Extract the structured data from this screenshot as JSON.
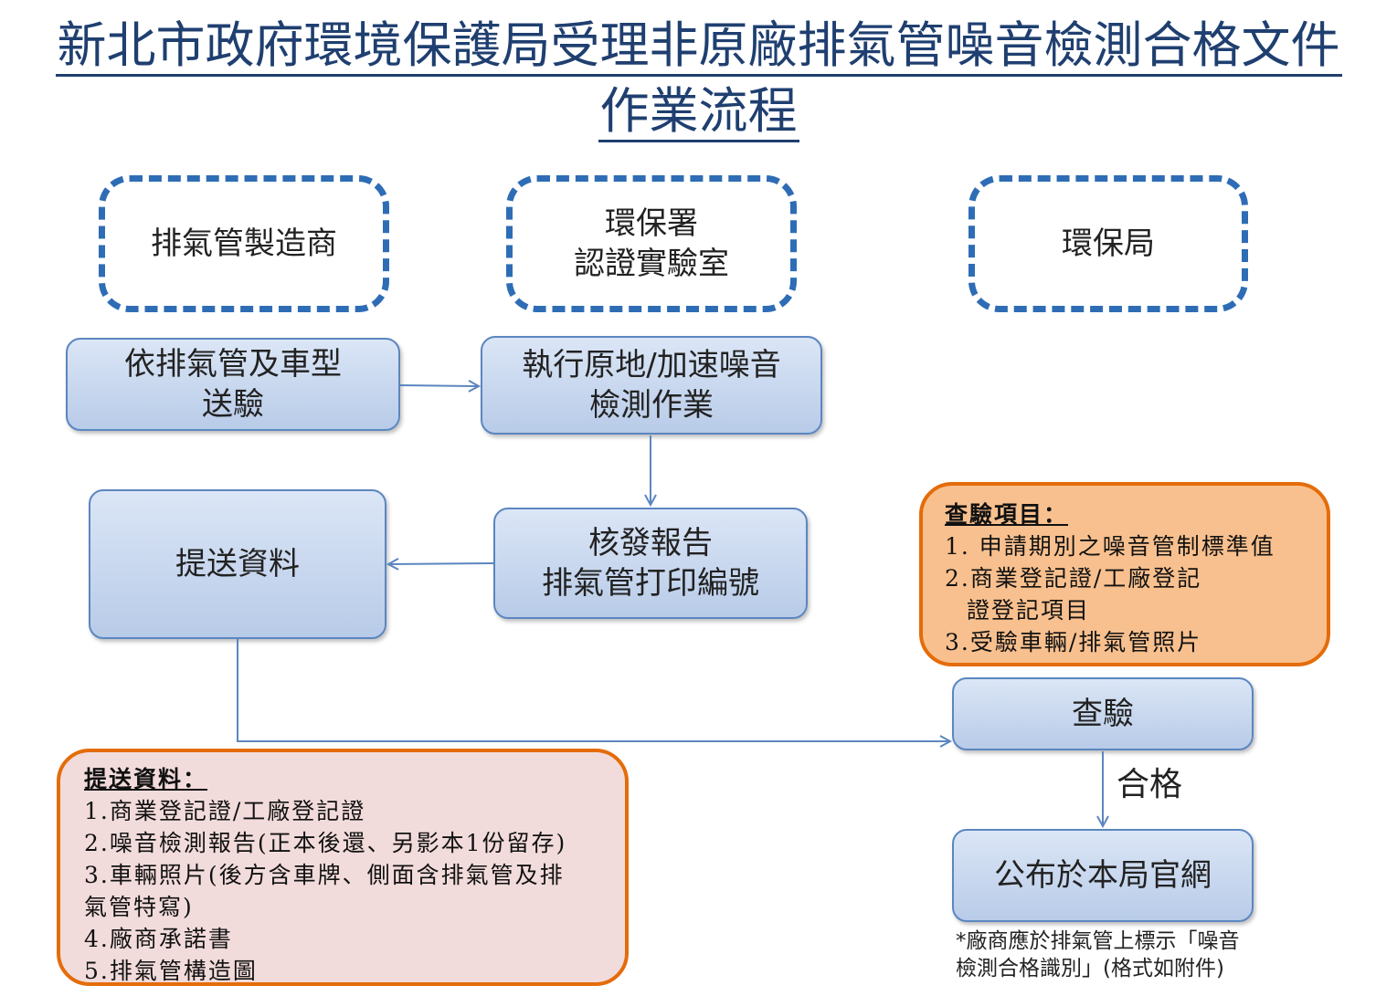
{
  "title": {
    "line1": "新北市政府環境保護局受理非原廠排氣管噪音檢測合格文件",
    "line2": "作業流程"
  },
  "lanes": {
    "manufacturer": "排氣管製造商",
    "lab_line1": "環保署",
    "lab_line2": "認證實驗室",
    "bureau": "環保局"
  },
  "steps": {
    "send_line1": "依排氣管及車型",
    "send_line2": "送驗",
    "test_line1": "執行原地/加速噪音",
    "test_line2": "檢測作業",
    "report_line1": "核發報告",
    "report_line2": "排氣管打印編號",
    "submit": "提送資料",
    "inspect": "查驗",
    "publish": "公布於本局官網"
  },
  "pass_label": "合格",
  "check_items": {
    "heading": "查驗項目：",
    "items": [
      "1. 申請期別之噪音管制標準值",
      "2.商業登記證/工廠登記",
      "證登記項目",
      "3.受驗車輛/排氣管照片"
    ]
  },
  "submit_items": {
    "heading": "提送資料：",
    "items": [
      "1.商業登記證/工廠登記證",
      "2.噪音檢測報告(正本後還、另影本1份留存)",
      "3.車輛照片(後方含車牌、側面含排氣管及排",
      "氣管特寫)",
      "4.廠商承諾書",
      "5.排氣管構造圖"
    ]
  },
  "footnote": {
    "line1": "*廠商應於排氣管上標示「噪音",
    "line2": "檢測合格識別」(格式如附件)"
  },
  "colors": {
    "title": "#1f3f70",
    "lane_border": "#2e6db5",
    "box_border": "#5b86c0",
    "arrow": "#5b86c0",
    "note_border": "#e46c0a",
    "check_fill": "#f8c08e",
    "submit_fill": "#f2dcdb"
  }
}
